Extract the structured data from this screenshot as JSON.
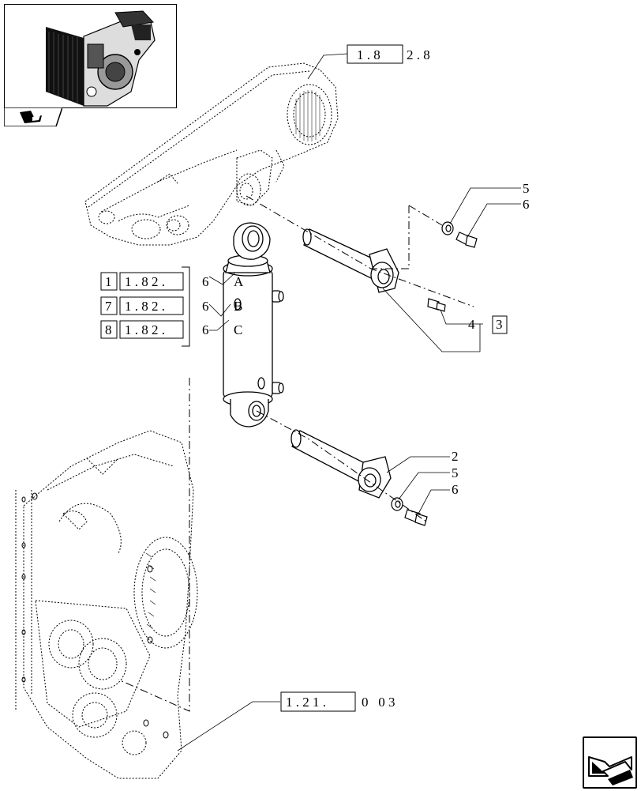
{
  "refs": {
    "top_ref": {
      "boxed": "1 . 8",
      "rest": "2 . 8"
    },
    "bottom_ref": {
      "boxed": "1 . 2 1 .",
      "rest": "0   0 3"
    },
    "variants": [
      {
        "key": "1",
        "ref": "1 . 8 2 .",
        "suffix": "6",
        "letter": "A"
      },
      {
        "key": "7",
        "ref": "1 . 8 2 .",
        "suffix": "6",
        "letter": "B"
      },
      {
        "key": "8",
        "ref": "1 . 8 2 .",
        "suffix": "6",
        "letter": "C"
      }
    ]
  },
  "callouts": {
    "upper_washer": "5",
    "upper_bolt": "6",
    "fitting": "4",
    "fitting_boxed": "3",
    "lower_pin": "2",
    "lower_washer": "5",
    "lower_bolt": "6"
  },
  "icons": {
    "thumbnail": "tractor-thumbnail-icon",
    "thumb_tab": "book-arrow-icon",
    "nav": "previous-page-arrow-icon"
  }
}
